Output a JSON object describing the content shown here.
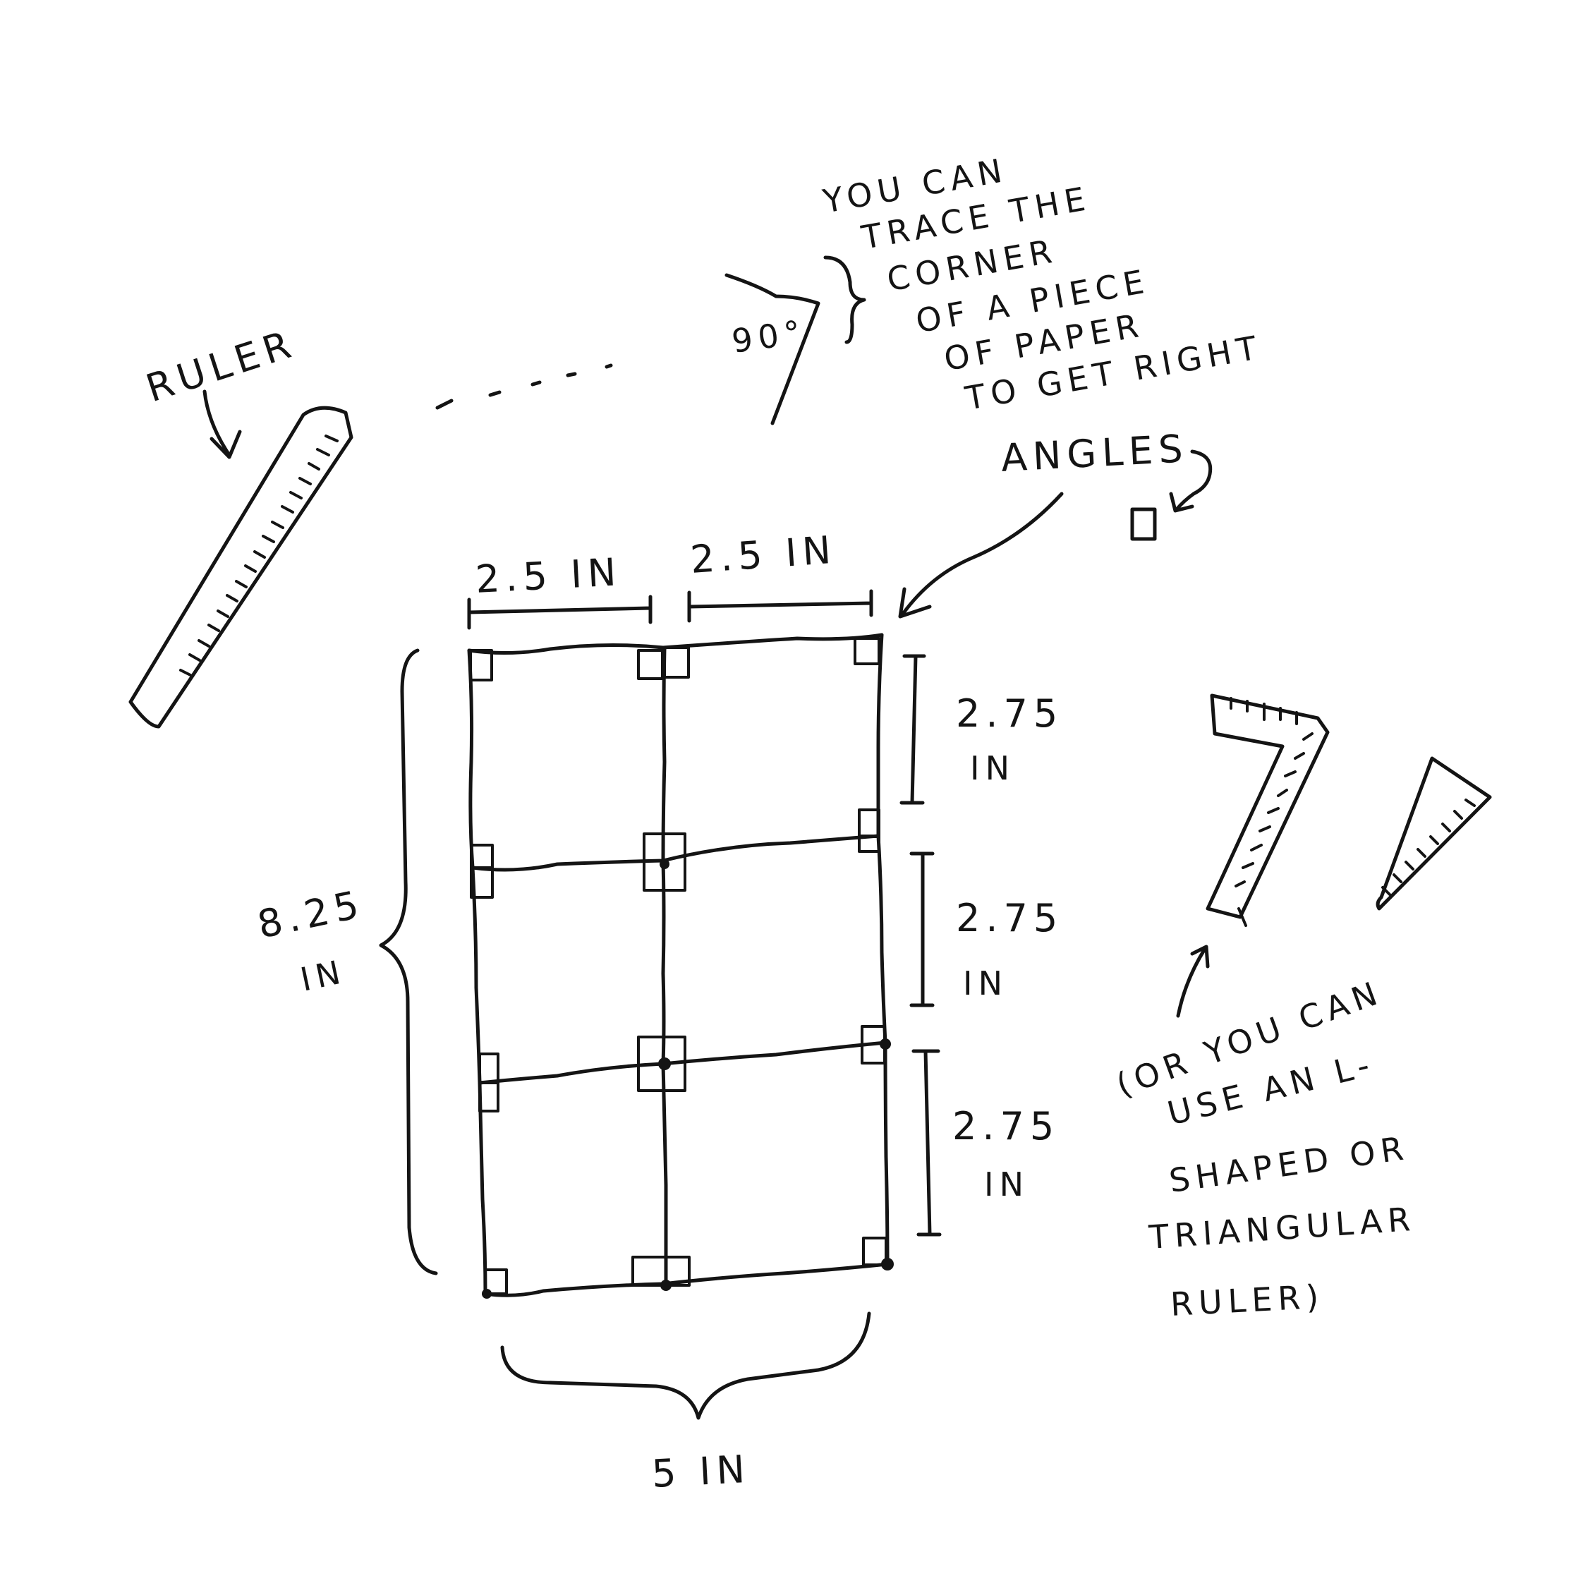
{
  "labels": {
    "ruler": "RULER",
    "angle": "90°",
    "note_line1": "YOU CAN",
    "note_line2": "TRACE THE",
    "note_line3": "CORNER",
    "note_line4": "OF A PIECE",
    "note_line5": "OF PAPER",
    "note_line6": "TO GET RIGHT",
    "note_line7": "ANGLES",
    "top_left_width": "2.5 IN",
    "top_right_width": "2.5 IN",
    "total_height_value": "8.25",
    "total_height_unit": "IN",
    "row1_value": "2.75",
    "row1_unit": "IN",
    "row2_value": "2.75",
    "row2_unit": "IN",
    "row3_value": "2.75",
    "row3_unit": "IN",
    "total_width": "5 IN",
    "alt_line1": "(OR YOU CAN",
    "alt_line2": "USE AN L-",
    "alt_line3": "SHAPED OR",
    "alt_line4": "TRIANGULAR",
    "alt_line5": "RULER)"
  },
  "grid": {
    "columns": 2,
    "rows": 3,
    "column_width_in": 2.5,
    "row_height_in": 2.75,
    "total_width_in": 5,
    "total_height_in": 8.25
  }
}
